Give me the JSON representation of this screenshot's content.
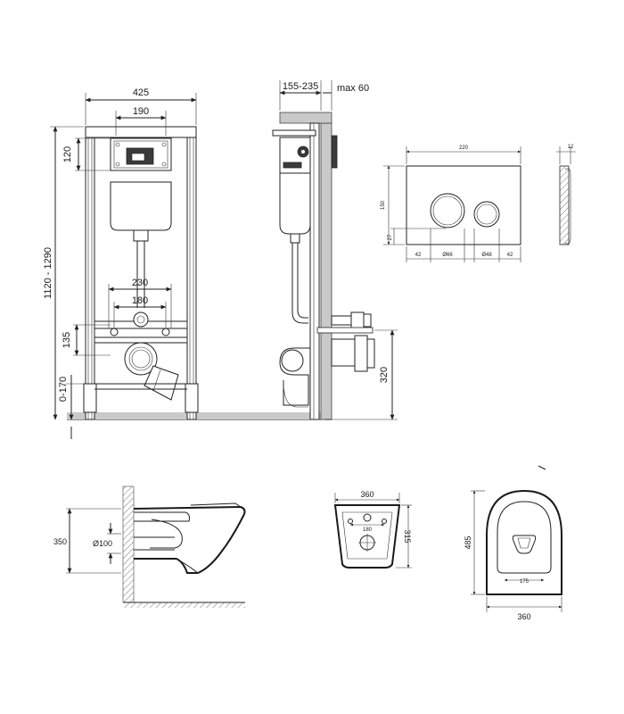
{
  "frame_front": {
    "width": "425",
    "plate_width": "190",
    "plate_height": "120",
    "total_height": "1120 - 1290",
    "bolt_spacing_outer": "230",
    "bolt_spacing_inner": "180",
    "bolt_height": "135",
    "foot_height": "0-170"
  },
  "frame_side": {
    "depth_range": "155-235",
    "max_offset": "max 60",
    "outlet_height": "320"
  },
  "flush_plate": {
    "width": "220",
    "height": "150",
    "thickness": "12",
    "button_offset_v": "27",
    "margin_left": "42",
    "button_large": "Ø66",
    "button_small": "Ø48",
    "margin_right": "42"
  },
  "bowl_side": {
    "height": "350",
    "outlet_diameter": "Ø100"
  },
  "bowl_back": {
    "width": "360",
    "height": "315",
    "bolt_spacing": "180"
  },
  "bowl_top": {
    "length": "485",
    "width": "360",
    "bolt_spacing": "175"
  }
}
